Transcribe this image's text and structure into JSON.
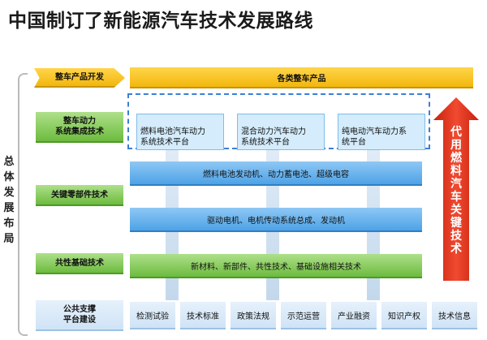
{
  "title": "中国制订了新能源汽车技术发展路线",
  "side_label": "总体发展布局",
  "row_labels": {
    "vehicle_dev": "整车产品开发",
    "powertrain": "整车动力\n系统集成技术",
    "components": "关键零部件技术",
    "common": "共性基础技术",
    "support": "公共支撑\n平台建设"
  },
  "vehicle_products": "各类整车产品",
  "platforms": [
    "燃料电池汽车动力\n系统技术平台",
    "混合动力汽车动力\n系统技术平台",
    "纯电动汽车动力系\n统平台"
  ],
  "components_bars": [
    "燃料电池发动机、动力蓄电池、超级电容",
    "驱动电机、电机传动系统总成、发动机"
  ],
  "common_bar": "新材料、新部件、共性技术、基础设施相关技术",
  "support_items": [
    "检测试验",
    "技术标准",
    "政策法规",
    "示范运营",
    "产业融资",
    "知识产权",
    "技术信息"
  ],
  "red_arrow": "代用燃料汽车关键技术",
  "colors": {
    "yellow": "#f2b70d",
    "blue": "#4ea2e6",
    "green": "#6dbb3f",
    "red": "#e0311f"
  }
}
